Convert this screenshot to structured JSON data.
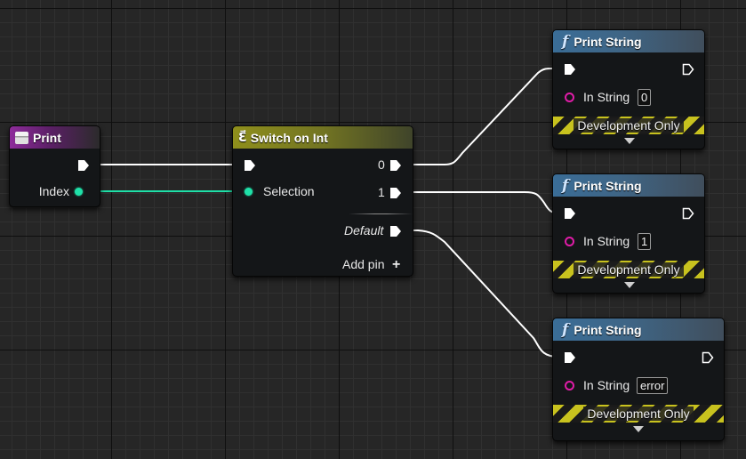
{
  "graph": {
    "colors": {
      "exec_wire": "#ffffff",
      "int_wire": "#1fe0a8",
      "int_pin": "#1fe0a8",
      "string_pin": "#e01ca8",
      "event_header": "#8e2c9b",
      "macro_header": "#8f8f1c",
      "function_header": "#3a6d97"
    }
  },
  "event_node": {
    "title": "Print",
    "icon": "event-icon",
    "pins": {
      "index_label": "Index"
    }
  },
  "switch_node": {
    "title": "Switch on Int",
    "icon": "macro-icon",
    "icon_glyph": "Ɛ⃗",
    "pins": {
      "selection_label": "Selection",
      "out_0_label": "0",
      "out_1_label": "1",
      "default_label": "Default",
      "add_pin_label": "Add pin",
      "add_pin_icon": "plus-icon"
    }
  },
  "print_nodes": [
    {
      "title": "Print String",
      "in_string_label": "In String",
      "in_string_value": "0",
      "dev_label": "Development Only"
    },
    {
      "title": "Print String",
      "in_string_label": "In String",
      "in_string_value": "1",
      "dev_label": "Development Only"
    },
    {
      "title": "Print String",
      "in_string_label": "In String",
      "in_string_value": "error",
      "dev_label": "Development Only"
    }
  ],
  "function_icon_glyph": "f"
}
